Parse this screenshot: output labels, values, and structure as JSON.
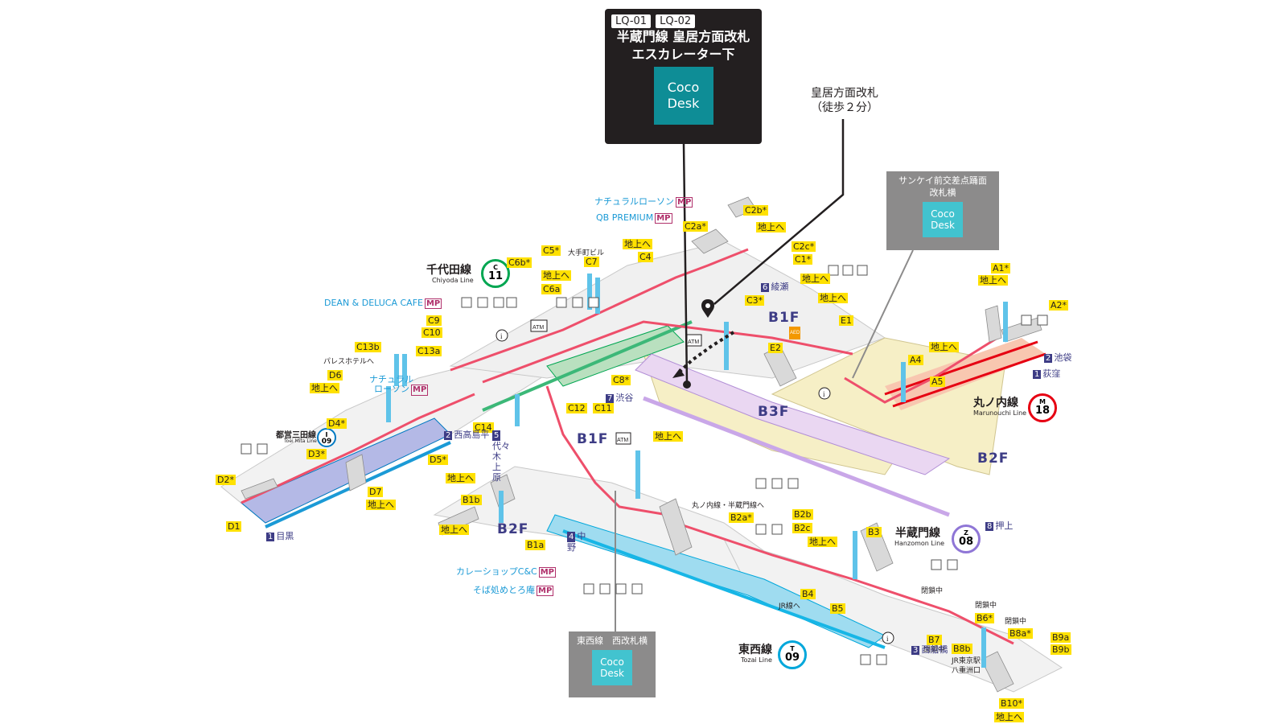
{
  "callout_main": {
    "codes": [
      "LQ-01",
      "LQ-02"
    ],
    "line1": "半蔵門線 皇居方面改札",
    "line2": "エスカレーター下",
    "cocodesk_1": "Coco",
    "cocodesk_2": "Desk"
  },
  "callout_sankei": {
    "title_1": "サンケイ前交差点踊面",
    "title_2": "改札横",
    "cocodesk_1": "Coco",
    "cocodesk_2": "Desk"
  },
  "callout_tozai": {
    "title": "東西線　西改札横",
    "cocodesk_1": "Coco",
    "cocodesk_2": "Desk"
  },
  "annotation": {
    "gate": "皇居方面改札",
    "walk": "（徒歩２分）"
  },
  "floors": {
    "b1f_top": "B1F",
    "b1f_left": "B1F",
    "b2f_left": "B2F",
    "b2f_right": "B2F",
    "b3f": "B3F"
  },
  "lines": {
    "chiyoda": {
      "name": "千代田線",
      "en": "Chiyoda Line",
      "letter": "C",
      "num": "11",
      "color": "#00a651"
    },
    "marunouchi": {
      "name": "丸ノ内線",
      "en": "Marunouchi Line",
      "letter": "M",
      "num": "18",
      "color": "#e60012"
    },
    "hanzomon": {
      "name": "半蔵門線",
      "en": "Hanzomon Line",
      "letter": "Z",
      "num": "08",
      "color": "#8f76d6"
    },
    "tozai": {
      "name": "東西線",
      "en": "Tozai Line",
      "letter": "T",
      "num": "09",
      "color": "#00a7db"
    },
    "mita": {
      "name": "都営三田線",
      "en": "Toei Mita Line",
      "letter": "I",
      "num": "09",
      "color": "#0079c2"
    }
  },
  "exits": {
    "c2b": "C2b*",
    "c2a": "C2a*",
    "c2c": "C2c*",
    "c1": "C1*",
    "c3": "C3*",
    "c5": "C5*",
    "c6b": "C6b*",
    "c7": "C7",
    "c4": "C4",
    "c6a": "C6a",
    "c9": "C9",
    "c10": "C10",
    "c13b": "C13b",
    "c13a": "C13a",
    "c8": "C8*",
    "c12": "C12",
    "c11": "C11",
    "c14": "C14",
    "d6": "D6",
    "d4": "D4*",
    "d3": "D3*",
    "d2": "D2*",
    "d1": "D1",
    "d5": "D5*",
    "d7": "D7",
    "e1": "E1",
    "e2": "E2",
    "a1": "A1*",
    "a2": "A2*",
    "a4": "A4",
    "a5": "A5",
    "b1b": "B1b",
    "b1a": "B1a",
    "b2a": "B2a*",
    "b2b": "B2b",
    "b2c": "B2c",
    "b3": "B3",
    "b4": "B4",
    "b5": "B5",
    "b6": "B6*",
    "b7": "B7",
    "b8a": "B8a*",
    "b8b": "B8b",
    "b9a": "B9a",
    "b9b": "B9b",
    "b10": "B10*"
  },
  "to_ground": "地上へ",
  "shops": {
    "natural_top": "ナチュラルローソン",
    "qb": "QB PREMIUM",
    "dean": "DEAN & DELUCA CAFE",
    "natural_left_1": "ナチュラル",
    "natural_left_2": "ローソン",
    "curry": "カレーショップC&C",
    "soba": "そば処めとろ庵",
    "mp": "MP"
  },
  "labels": {
    "otemachi_bld": "大手町ビル",
    "palace_hotel": "パレスホテルへ",
    "maru_hanzo": "丸ノ内線・半蔵門線へ",
    "jr": "JR線へ",
    "closed": "閉鎖中",
    "jr_tokyo_1": "JR東京駅",
    "jr_tokyo_2": "八重洲口"
  },
  "destinations": {
    "ayase": "綾瀬",
    "ayase_n": "6",
    "shibuya": "渋谷",
    "shibuya_n": "7",
    "ikebukuro": "池袋",
    "ikebukuro_n": "2",
    "ogikubo": "荻窪",
    "ogikubo_n": "1",
    "oshiage": "押上",
    "oshiage_n": "8",
    "nishitakashimadaira": "西高島平",
    "nishitakashimadaira_n": "2",
    "yoyogiuehara": "代々木上原",
    "yoyogiuehara_n": "5",
    "meguro": "目黒",
    "meguro_n": "1",
    "nakano": "中野",
    "nakano_n": "4",
    "nishifunabashi": "西船橋",
    "nishifunabashi_n": "3"
  }
}
